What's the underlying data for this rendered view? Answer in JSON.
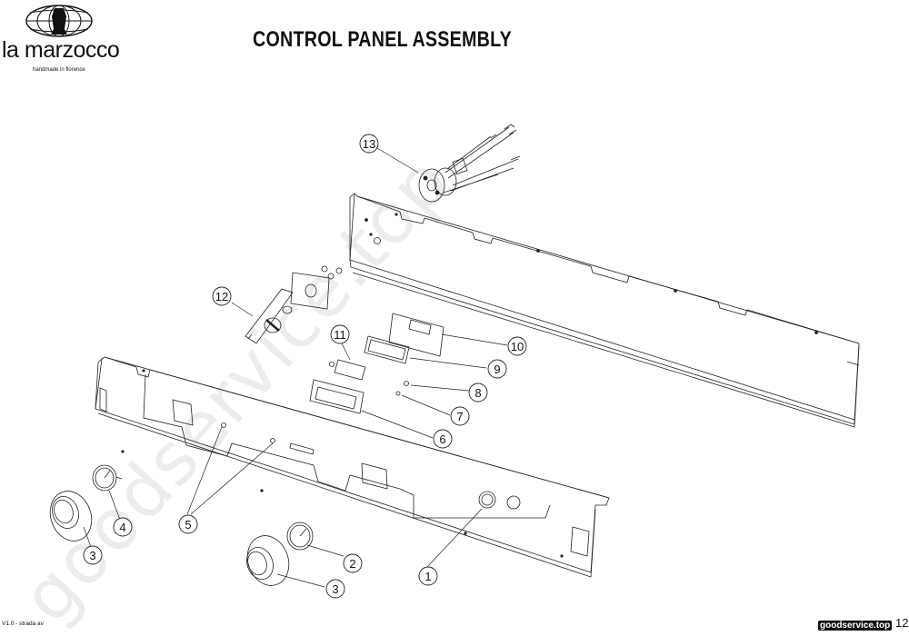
{
  "brand": {
    "name": "la marzocco",
    "tagline": "handmade in florence"
  },
  "title": "CONTROL PANEL ASSEMBLY",
  "footer": {
    "version": "V1.0 - strada av",
    "site": "goodservice.top",
    "page": "12"
  },
  "watermark": "goodservice.top",
  "callouts": [
    "13",
    "12",
    "11",
    "10",
    "9",
    "8",
    "7",
    "6",
    "5",
    "4",
    "3",
    "3",
    "2",
    "1"
  ],
  "colors": {
    "line": "#222222",
    "watermark": "#e6e6e6"
  }
}
